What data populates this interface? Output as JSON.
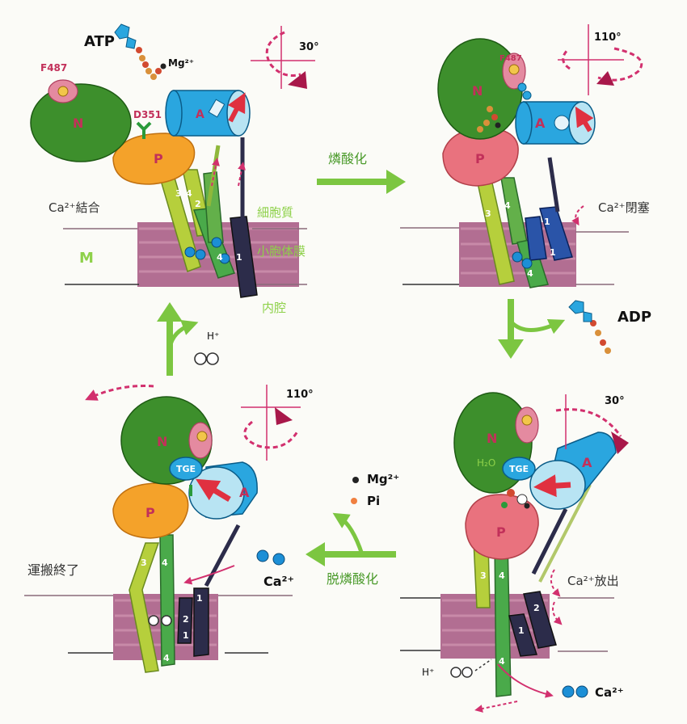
{
  "panels": {
    "top_left": {
      "atp": "ATP",
      "mg": "Mg²⁺",
      "f487": "F487",
      "d351": "D351",
      "rotation": "30°",
      "n_label": "N",
      "a_label": "A",
      "p_label": "P",
      "m_label": "M",
      "ca_binding": "Ca²⁺結合",
      "cytoplasm": "細胞質",
      "sr_membrane": "小胞体膜",
      "lumen": "内腔",
      "helix_labels": [
        "3",
        "4",
        "2",
        "4",
        "1"
      ]
    },
    "top_right": {
      "f487": "F487",
      "rotation": "110°",
      "n_label": "N",
      "a_label": "A",
      "p_label": "P",
      "ca_occlusion": "Ca²⁺閉塞",
      "helix_labels": [
        "3",
        "4",
        "1",
        "1",
        "4"
      ]
    },
    "bottom_right": {
      "rotation": "30°",
      "n_label": "N",
      "h2o": "H₂O",
      "tge": "TGE",
      "a_label": "A",
      "p_label": "P",
      "ca_release": "Ca²⁺放出",
      "h_plus": "H⁺",
      "ca": "Ca²⁺",
      "helix_labels": [
        "3",
        "4",
        "2",
        "1",
        "4"
      ]
    },
    "bottom_left": {
      "rotation": "110°",
      "n_label": "N",
      "tge": "TGE",
      "a_label": "A",
      "p_label": "P",
      "transport_end": "運搬終了",
      "helix_labels": [
        "3",
        "4",
        "1",
        "2",
        "1",
        "4"
      ]
    }
  },
  "transitions": {
    "phosphorylation": "燐酸化",
    "adp": "ADP",
    "mg": "Mg²⁺",
    "pi": "Pi",
    "ca": "Ca²⁺",
    "dephosphorylation": "脱燐酸化",
    "h_plus": "H⁺"
  },
  "colors": {
    "n_domain": "#3d8f2c",
    "a_domain": "#2aa6df",
    "p_domain_orange": "#f4a22a",
    "p_domain_pink": "#e9727e",
    "membrane": "#a45580",
    "helix_green": "#b6cf3c",
    "helix_dark": "#2c2c4a",
    "arrow_green": "#7cc641",
    "arrow_magenta": "#d2306e",
    "ca_ion": "#1c8fd6"
  }
}
